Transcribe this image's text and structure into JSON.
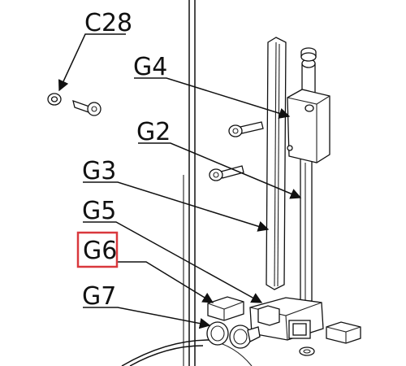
{
  "diagram": {
    "labels": {
      "c28": "C28",
      "g4": "G4",
      "g2": "G2",
      "g3": "G3",
      "g5": "G5",
      "g6": "G6",
      "g7": "G7"
    },
    "highlighted_label": "G6",
    "highlight_color": "#d9383d"
  }
}
